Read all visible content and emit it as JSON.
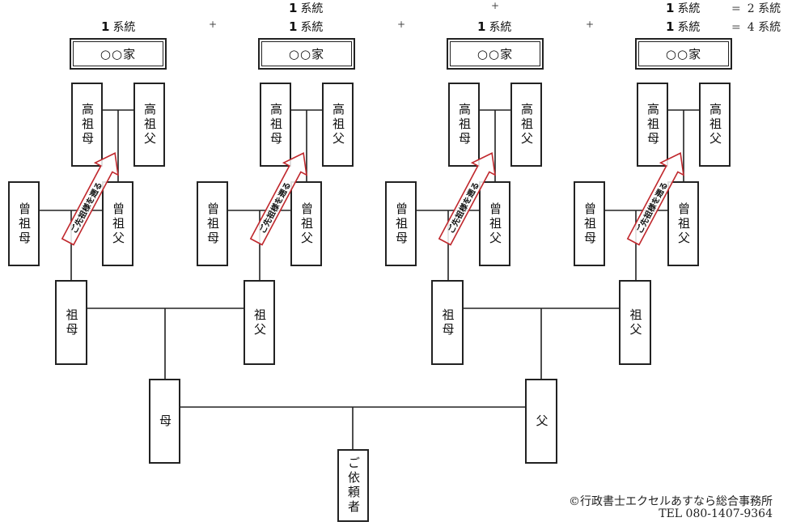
{
  "title_row_top": {
    "groups": [
      {
        "count_num": "1",
        "count_unit": "系統"
      },
      {
        "plus": "+"
      },
      {
        "count_num": "1",
        "count_unit": "系統"
      },
      {
        "equals": "=",
        "result_num": "2",
        "result_unit": "系統"
      }
    ]
  },
  "title_row_bottom": {
    "counts": [
      {
        "num": "1",
        "unit": "系統"
      },
      {
        "num": "1",
        "unit": "系統"
      },
      {
        "num": "1",
        "unit": "系統"
      },
      {
        "num": "1",
        "unit": "系統"
      }
    ],
    "plus": "+",
    "equals": "=",
    "result_num": "4",
    "result_unit": "系統"
  },
  "lineages": [
    {
      "family_label": "○○家",
      "great_great_grandmother": "高祖母",
      "great_great_grandfather": "高祖父",
      "great_grandmother": "曾祖母",
      "great_grandfather": "曾祖父",
      "arrow_label": "ご先祖様を遡る"
    },
    {
      "family_label": "○○家",
      "great_great_grandmother": "高祖母",
      "great_great_grandfather": "高祖父",
      "great_grandmother": "曾祖母",
      "great_grandfather": "曾祖父",
      "arrow_label": "ご先祖様を遡る"
    },
    {
      "family_label": "○○家",
      "great_great_grandmother": "高祖母",
      "great_great_grandfather": "高祖父",
      "great_grandmother": "曾祖母",
      "great_grandfather": "曾祖父",
      "arrow_label": "ご先祖様を遡る"
    },
    {
      "family_label": "○○家",
      "great_great_grandmother": "高祖母",
      "great_great_grandfather": "高祖父",
      "great_grandmother": "曾祖母",
      "great_grandfather": "曾祖父",
      "arrow_label": "ご先祖様を遡る"
    }
  ],
  "grandparents": [
    {
      "grandmother": "祖母",
      "grandfather": "祖父"
    },
    {
      "grandmother": "祖母",
      "grandfather": "祖父"
    }
  ],
  "parents": {
    "mother": "母",
    "father": "父"
  },
  "client": "ご依頼者",
  "footer": {
    "copyright": "©行政書士エクセルあすなら総合事務所",
    "tel": "TEL 080-1407-9364"
  },
  "colors": {
    "line": "#222222",
    "arrow": "#c0282d"
  }
}
